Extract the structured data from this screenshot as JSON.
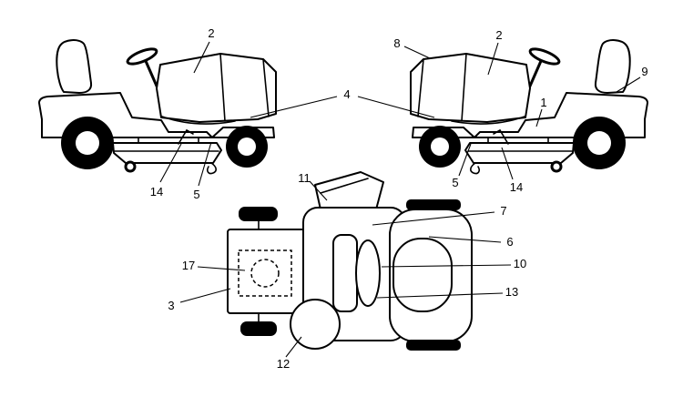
{
  "colors": {
    "ink": "#000000",
    "background": "#ffffff"
  },
  "callouts": {
    "left_view": {
      "hood": "2",
      "chassis": "4",
      "lever": "14",
      "deck": "5"
    },
    "right_view": {
      "engine_cover": "8",
      "hood": "2",
      "fender": "9",
      "chassis": "1",
      "deck": "5",
      "lever": "14"
    },
    "top_view": {
      "chute": "11",
      "body": "7",
      "seat": "6",
      "steering": "10",
      "footrest": "13",
      "engine": "17",
      "deck": "3",
      "wheel": "12"
    }
  }
}
